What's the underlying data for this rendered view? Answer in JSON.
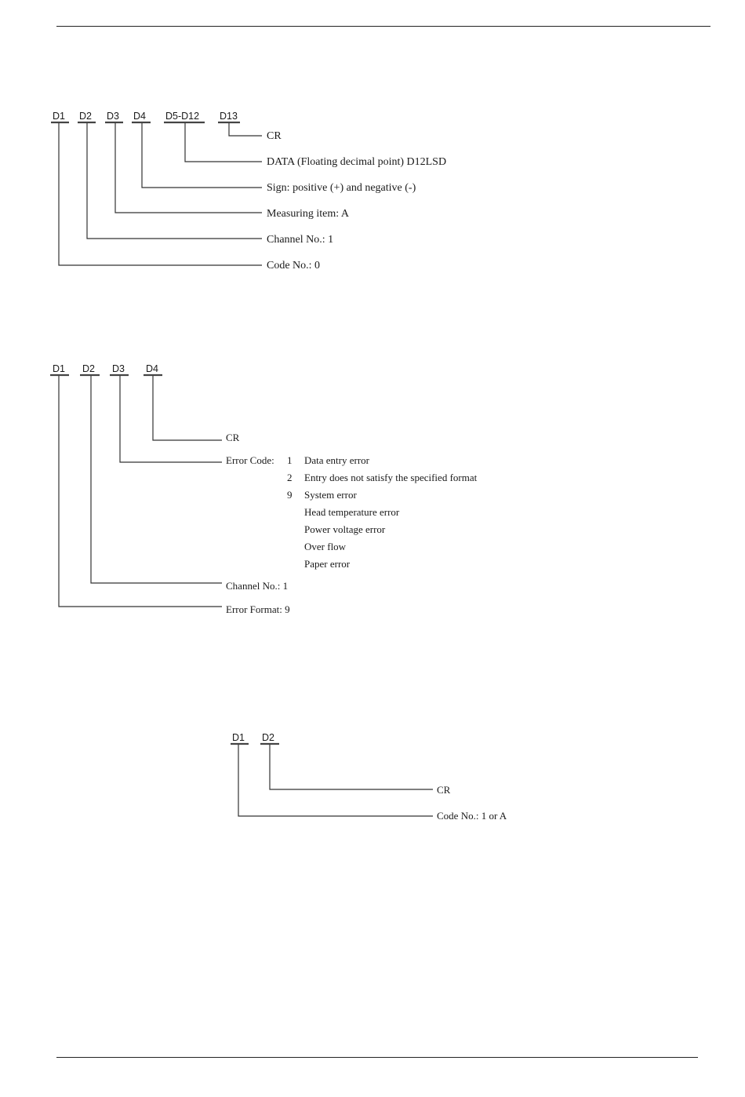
{
  "diagram1": {
    "fields": [
      "D1",
      "D2",
      "D3",
      "D4",
      "D5-D12",
      "D13"
    ],
    "labels": {
      "cr": "CR",
      "data": "DATA (Floating decimal point) D12LSD",
      "sign": "Sign: positive (+) and negative (-)",
      "measuring": "Measuring item: A",
      "channel": "Channel No.:  1",
      "code": "Code No.:  0"
    }
  },
  "diagram2": {
    "fields": [
      "D1",
      "D2",
      "D3",
      "D4"
    ],
    "labels": {
      "cr": "CR",
      "error_code_label": "Error Code:",
      "codes": [
        {
          "num": "1",
          "text": "Data entry error"
        },
        {
          "num": "2",
          "text": "Entry does not satisfy the specified format"
        },
        {
          "num": "9",
          "text": "System error"
        },
        {
          "num": "",
          "text": "Head temperature error"
        },
        {
          "num": "",
          "text": "Power voltage error"
        },
        {
          "num": "",
          "text": "Over flow"
        },
        {
          "num": "",
          "text": "Paper error"
        }
      ],
      "channel": "Channel No.:  1",
      "format": "Error Format:  9"
    }
  },
  "diagram3": {
    "fields": [
      "D1",
      "D2"
    ],
    "labels": {
      "cr": "CR",
      "code": "Code No.: 1 or A"
    }
  }
}
